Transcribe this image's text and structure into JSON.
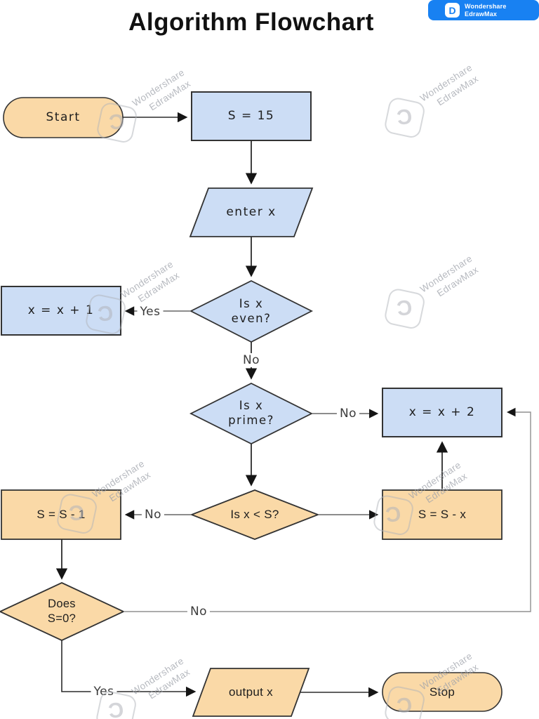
{
  "page": {
    "title": "Algorithm Flowchart",
    "background": "#ffffff"
  },
  "brand_badge": {
    "line1": "Wondershare",
    "line2": "EdrawMax",
    "icon_letter": "D",
    "background": "#1881F2"
  },
  "watermark": {
    "line1": "Wondershare",
    "line2": "EdrawMax",
    "logo_glyph": "Ɔ"
  },
  "colors": {
    "process_fill": "#CCDDF5",
    "accent_fill": "#FAD9A7",
    "shape_border": "#333333",
    "connector": "#666666",
    "connector_dark": "#2b2b2b",
    "connector_light": "#909090"
  },
  "nodes": {
    "start": {
      "type": "terminator",
      "label": "Start"
    },
    "init": {
      "type": "process",
      "label": "S = 15"
    },
    "input": {
      "type": "input-output",
      "label": "enter x"
    },
    "even": {
      "type": "decision",
      "lines": [
        "Is x",
        "even?"
      ]
    },
    "inc1": {
      "type": "process",
      "label": "x = x + 1"
    },
    "prime": {
      "type": "decision",
      "lines": [
        "Is x",
        "prime?"
      ]
    },
    "inc2": {
      "type": "process",
      "label": "x = x + 2"
    },
    "less": {
      "type": "decision",
      "label": "Is x < S?"
    },
    "dec1": {
      "type": "process",
      "label": "S = S - 1"
    },
    "decx": {
      "type": "process",
      "label": "S = S - x"
    },
    "zero": {
      "type": "decision",
      "lines": [
        "Does",
        "S=0?"
      ]
    },
    "output": {
      "type": "input-output",
      "label": "output x"
    },
    "stop": {
      "type": "terminator",
      "label": "Stop"
    }
  },
  "edge_labels": {
    "even_yes": "Yes",
    "even_no": "No",
    "prime_no": "No",
    "less_no": "No",
    "zero_no": "No",
    "zero_yes": "Yes"
  }
}
